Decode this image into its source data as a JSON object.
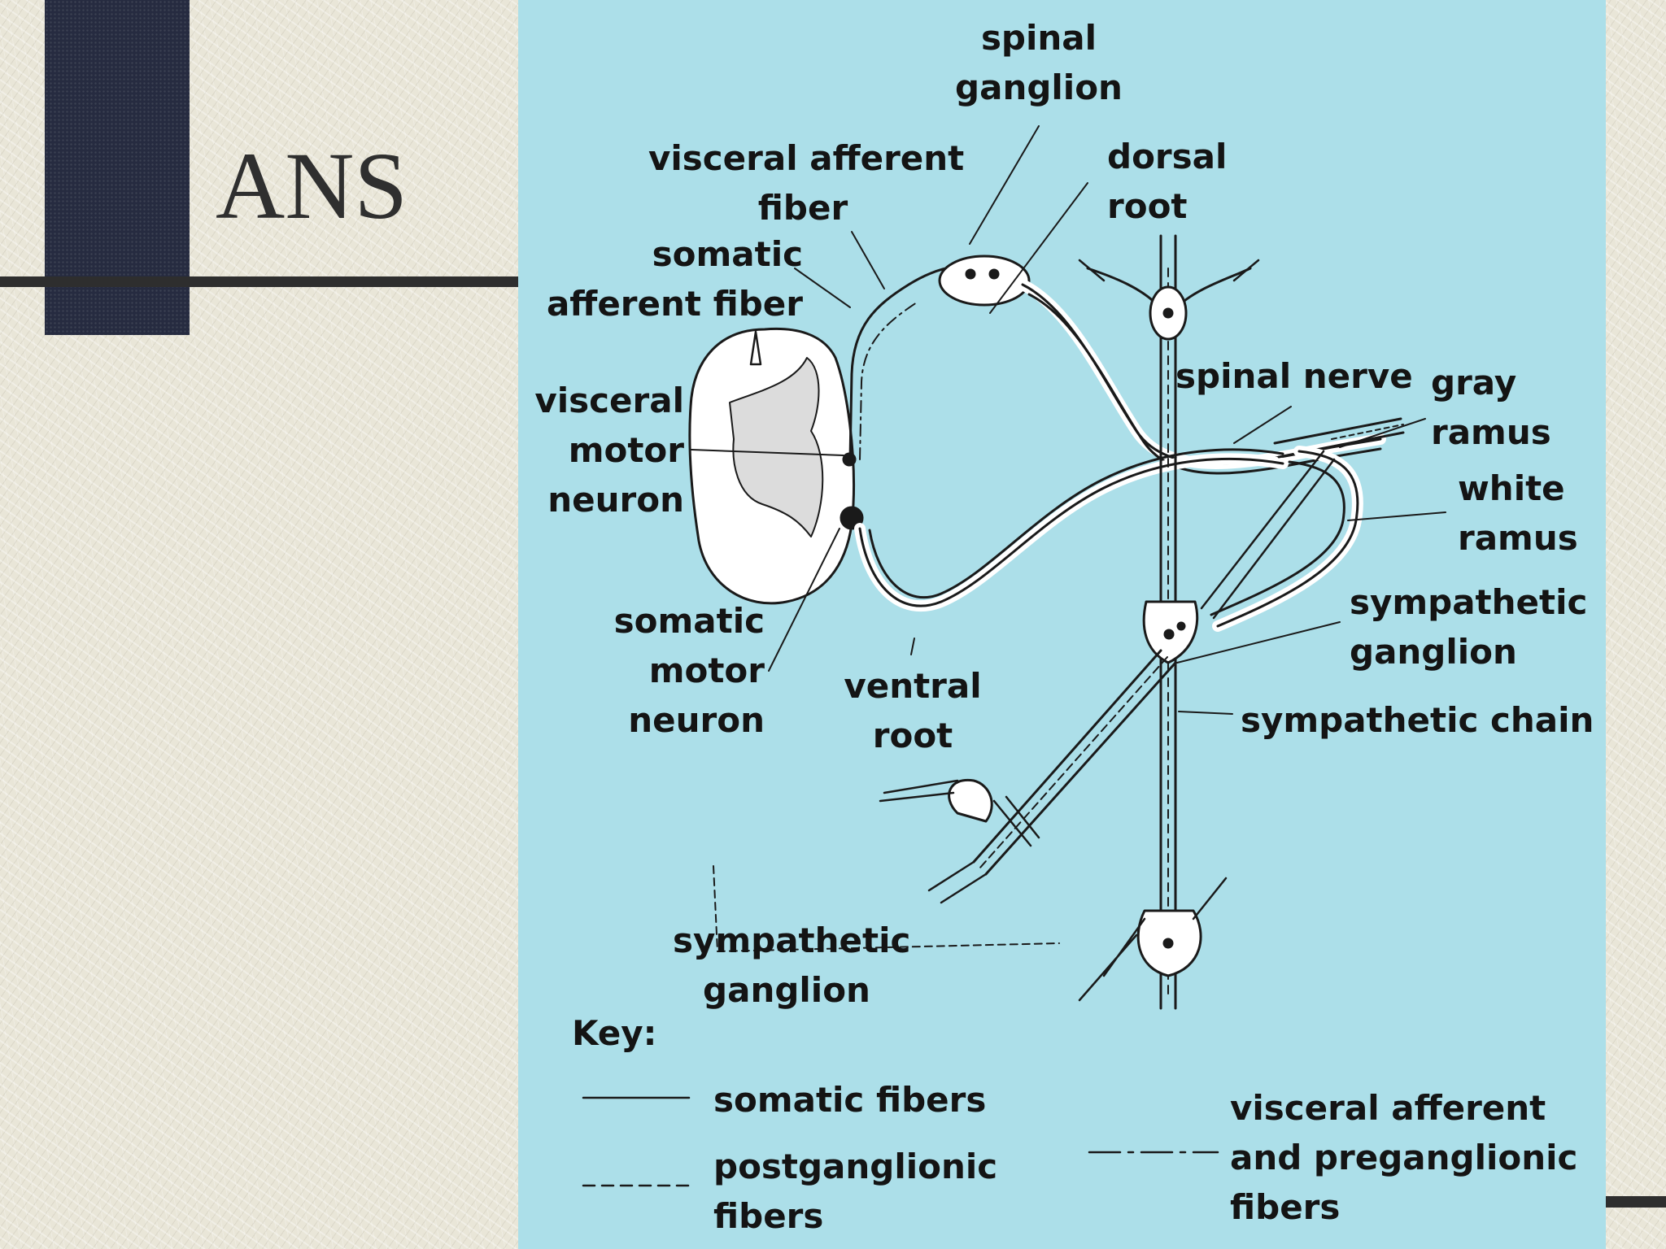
{
  "slide": {
    "title": "ANS",
    "colors": {
      "background": "#e9e6d8",
      "accent_block": "#262b40",
      "rule": "#2e2e2e",
      "figure_background": "#acdfe9"
    }
  },
  "figure": {
    "labels": {
      "spinal_ganglion": [
        "spinal",
        "ganglion"
      ],
      "visceral_afferent_fiber": [
        "visceral afferent",
        "fiber"
      ],
      "dorsal_root": [
        "dorsal",
        "root"
      ],
      "somatic_afferent_fiber": [
        "somatic",
        "afferent fiber"
      ],
      "visceral_motor_neuron": [
        "visceral",
        "motor",
        "neuron"
      ],
      "spinal_nerve": "spinal nerve",
      "gray_ramus": [
        "gray",
        "ramus"
      ],
      "white_ramus": [
        "white",
        "ramus"
      ],
      "sympathetic_ganglion_right": [
        "sympathetic",
        "ganglion"
      ],
      "sympathetic_chain": "sympathetic chain",
      "somatic_motor_neuron": [
        "somatic",
        "motor",
        "neuron"
      ],
      "ventral_root": [
        "ventral",
        "root"
      ],
      "sympathetic_ganglion_bottom": [
        "sympathetic",
        "ganglion"
      ]
    },
    "key": {
      "title": "Key:",
      "somatic": "somatic fibers",
      "postganglionic": [
        "postganglionic",
        "fibers"
      ],
      "visceral_preganglionic": [
        "visceral afferent",
        "and preganglionic",
        "fibers"
      ]
    }
  }
}
